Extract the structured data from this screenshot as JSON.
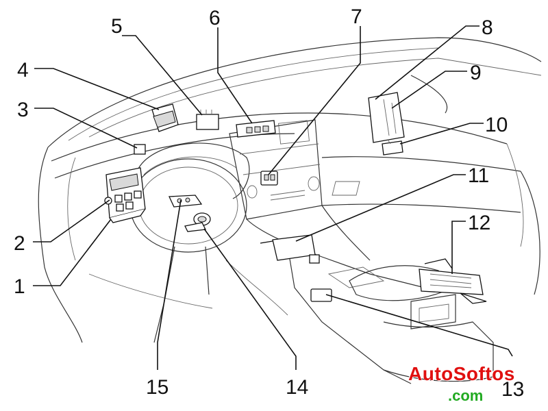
{
  "diagram": {
    "title": "Interior component location diagram",
    "callouts": [
      {
        "id": "1",
        "label": "1"
      },
      {
        "id": "2",
        "label": "2"
      },
      {
        "id": "3",
        "label": "3"
      },
      {
        "id": "4",
        "label": "4"
      },
      {
        "id": "5",
        "label": "5"
      },
      {
        "id": "6",
        "label": "6"
      },
      {
        "id": "7",
        "label": "7"
      },
      {
        "id": "8",
        "label": "8"
      },
      {
        "id": "9",
        "label": "9"
      },
      {
        "id": "10",
        "label": "10"
      },
      {
        "id": "11",
        "label": "11"
      },
      {
        "id": "12",
        "label": "12"
      },
      {
        "id": "13",
        "label": "13"
      },
      {
        "id": "14",
        "label": "14"
      },
      {
        "id": "15",
        "label": "15"
      }
    ]
  },
  "watermark": {
    "line1": "AutoSoftos",
    "line2": ".com",
    "color_primary": "#e01010",
    "color_secondary": "#22aa22"
  }
}
